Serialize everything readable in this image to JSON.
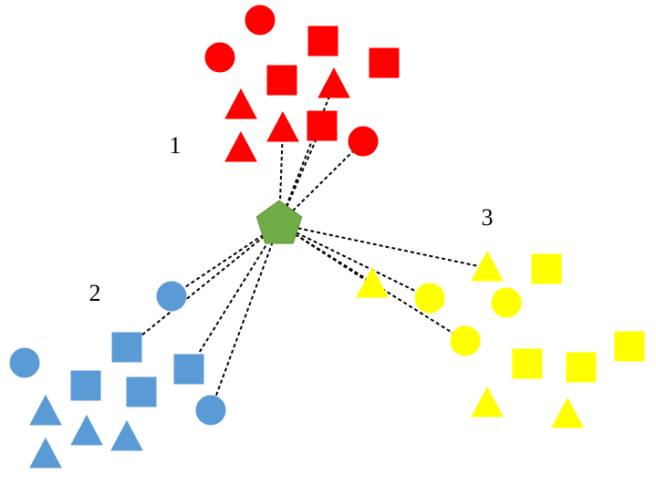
{
  "colors": {
    "cluster_1": "#ff0000",
    "cluster_2": "#5b9bd5",
    "cluster_3": "#ffff00",
    "query": "#70ad47",
    "link": "#000000"
  },
  "query_point": {
    "shape": "pentagon",
    "color_key": "query"
  },
  "clusters": [
    {
      "label": "1",
      "color_key": "cluster_1",
      "members": [
        {
          "shape": "circle"
        },
        {
          "shape": "circle"
        },
        {
          "shape": "square"
        },
        {
          "shape": "square"
        },
        {
          "shape": "square"
        },
        {
          "shape": "triangle"
        },
        {
          "shape": "triangle"
        },
        {
          "shape": "triangle"
        },
        {
          "shape": "square"
        },
        {
          "shape": "triangle"
        },
        {
          "shape": "circle"
        }
      ],
      "linked_members": [
        7,
        6,
        8,
        10
      ]
    },
    {
      "label": "2",
      "color_key": "cluster_2",
      "members": [
        {
          "shape": "circle"
        },
        {
          "shape": "square"
        },
        {
          "shape": "circle"
        },
        {
          "shape": "square"
        },
        {
          "shape": "square"
        },
        {
          "shape": "square"
        },
        {
          "shape": "circle"
        },
        {
          "shape": "triangle"
        },
        {
          "shape": "triangle"
        },
        {
          "shape": "triangle"
        },
        {
          "shape": "triangle"
        }
      ],
      "linked_members": [
        0,
        1,
        4,
        6
      ]
    },
    {
      "label": "3",
      "color_key": "cluster_3",
      "members": [
        {
          "shape": "triangle"
        },
        {
          "shape": "square"
        },
        {
          "shape": "triangle"
        },
        {
          "shape": "circle"
        },
        {
          "shape": "circle"
        },
        {
          "shape": "circle"
        },
        {
          "shape": "square"
        },
        {
          "shape": "square"
        },
        {
          "shape": "square"
        },
        {
          "shape": "triangle"
        },
        {
          "shape": "triangle"
        }
      ],
      "linked_members": [
        0,
        2,
        3,
        5
      ]
    }
  ]
}
